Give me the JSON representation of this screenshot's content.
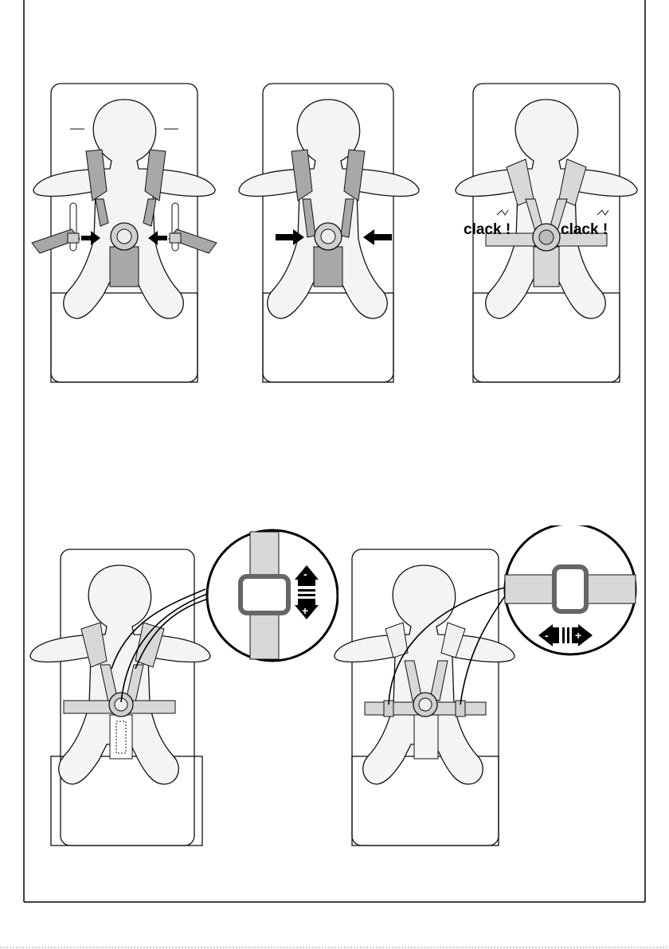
{
  "page": {
    "frame_color": "#000000",
    "background": "#ffffff"
  },
  "palette": {
    "outline": "#111111",
    "body_fill": "#f4f4f4",
    "strap_dark": "#a8a8a8",
    "strap_light": "#d8d8d8",
    "buckle_fill": "#cfcfcf",
    "arrow": "#000000"
  },
  "steps": [
    {
      "id": "insert-buckle-tongues",
      "arrows": "inward-outside"
    },
    {
      "id": "push-tongues-into-buckle",
      "arrows": "inward-closer"
    },
    {
      "id": "buckle-locked",
      "sound_left": "clack !",
      "sound_right": "clack !"
    },
    {
      "id": "adjust-shoulder-straps",
      "detail": {
        "minus_label": "-",
        "plus_label": "+",
        "direction": "vertical"
      }
    },
    {
      "id": "adjust-waist-straps",
      "detail": {
        "minus_label": "-",
        "plus_label": "+",
        "direction": "horizontal"
      }
    }
  ],
  "icons": [
    "arrow-right-icon",
    "arrow-left-icon",
    "adjust-up-down-icon",
    "adjust-left-right-icon"
  ]
}
